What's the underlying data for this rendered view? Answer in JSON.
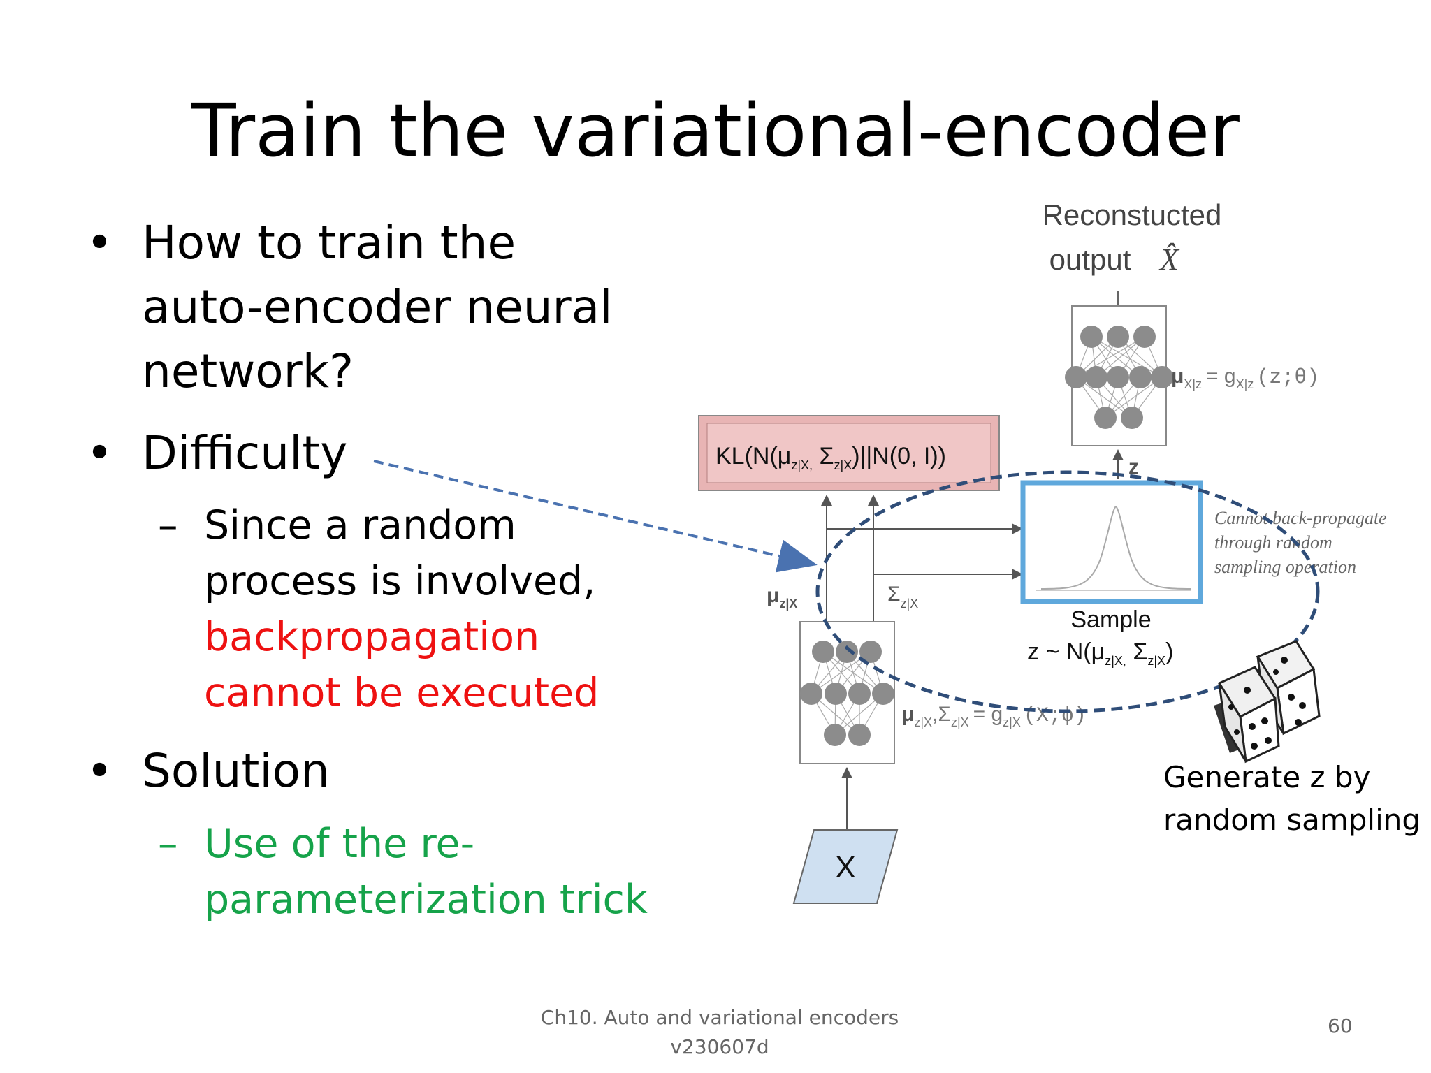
{
  "slide": {
    "title": "Train the variational-encoder",
    "bullets": [
      {
        "lines": [
          "How to train the",
          "auto-encoder neural",
          "network?"
        ]
      },
      {
        "text": "Difficulty",
        "sub_plain": [
          "Since a random",
          "process is involved,"
        ],
        "sub_red": [
          "backpropagation",
          "cannot be executed"
        ]
      },
      {
        "text": "Solution",
        "sub_green": [
          "Use of the re-",
          "parameterization trick"
        ]
      }
    ],
    "caption": [
      "Generate z by",
      "random sampling"
    ],
    "footer": [
      "Ch10. Auto and variational encoders",
      "v230607d"
    ],
    "page_number": "60"
  },
  "diagram": {
    "recon_label": [
      "Reconstucted",
      "output"
    ],
    "recon_symbol": "X̂",
    "decoder_eq_left": "μ",
    "decoder_eq_left_sub": "X|z",
    "decoder_eq_right": "= g",
    "decoder_eq_right_sub": "X|z",
    "decoder_eq_args": "(z;θ)",
    "kl_text": "KL(N(μ",
    "kl_sub1": "z|X,",
    "kl_sigma": " Σ",
    "kl_sub2": "z|X",
    "kl_end": ")||N(0, I))",
    "z_label": "z",
    "mu_label": "μ",
    "mu_sub": "z|X",
    "sigma_label": "Σ",
    "sigma_sub": "z|X",
    "sample_label": "Sample",
    "sample_eq": "z ~ N(μ",
    "sample_sub1": "z|X,",
    "sample_sigma": " Σ",
    "sample_sub2": "z|X",
    "sample_end": ")",
    "cannot_bp": [
      "Cannot back-propagate",
      "through random",
      "sampling operation"
    ],
    "encoder_eq_mu": "μ",
    "encoder_eq_mu_sub": "z|X",
    "encoder_eq_comma": ",Σ",
    "encoder_eq_sigma_sub": "z|X",
    "encoder_eq_right": "= g",
    "encoder_eq_right_sub": "z|X",
    "encoder_eq_args": "(X;ϕ)",
    "input_label": "X"
  },
  "colors": {
    "red_text": "#ee1111",
    "green_text": "#16a34a",
    "arrow_blue": "#4a72b0",
    "ellipse_navy": "#2f4d78",
    "kl_fill": "#e8b4b4",
    "sample_border": "#5fa8dc",
    "input_fill": "#cfe0f1",
    "node_gray": "#8c8c8c"
  }
}
